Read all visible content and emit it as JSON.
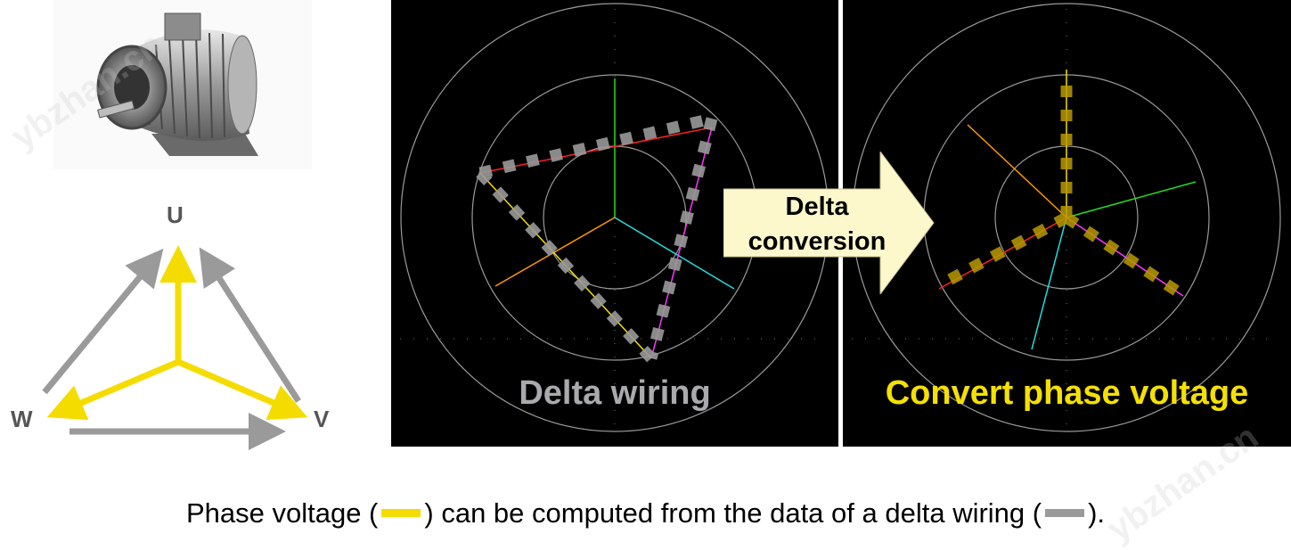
{
  "labels": {
    "u": "U",
    "v": "V",
    "w": "W"
  },
  "captions": {
    "left": "Delta wiring",
    "right": "Convert phase voltage"
  },
  "arrow": {
    "line1": "Delta",
    "line2": "conversion"
  },
  "footer": {
    "part1": "Phase voltage (",
    "part2": ") can be computed from the data of a delta wiring (",
    "part3": ")."
  },
  "watermark": "ybzhan.cn",
  "colors": {
    "phase_voltage": "#f5dc00",
    "delta_wiring": "#9a9a9a",
    "scope_bg": "#000000",
    "arrow_fill": "#fdf8cc"
  },
  "icons": {
    "motor": "electric-motor-photo"
  }
}
